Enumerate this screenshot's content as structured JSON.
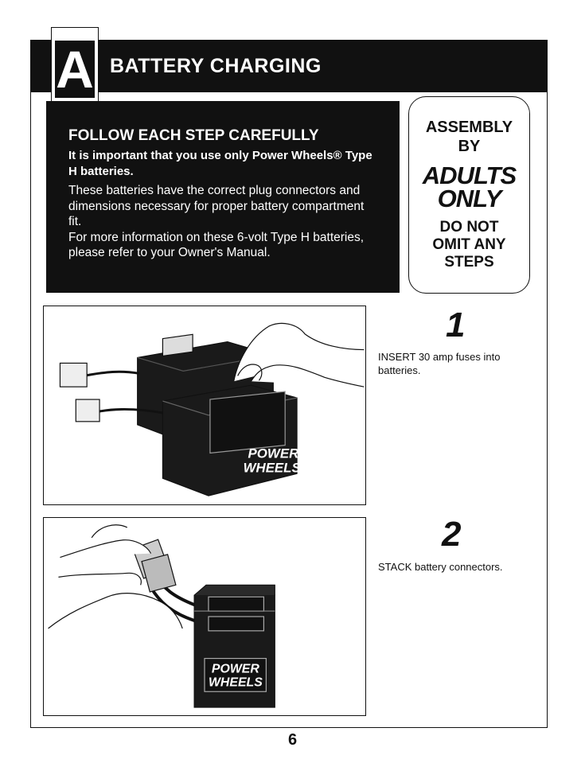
{
  "header": {
    "section_letter": "A",
    "title": "BATTERY CHARGING"
  },
  "info_panel": {
    "heading": "FOLLOW EACH STEP CAREFULLY",
    "bold_text": "It is important that you use only Power Wheels® Type H batteries.",
    "paragraph1": "These batteries have the correct plug connectors and dimensions necessary for proper battery compartment fit.",
    "paragraph2": "For more information on these 6-volt Type H batteries, please refer to your Owner's Manual."
  },
  "notice_box": {
    "line1": "ASSEMBLY",
    "line2": "BY",
    "line3": "ADULTS",
    "line4": "ONLY",
    "line5": "DO NOT",
    "line6": "OMIT ANY",
    "line7": "STEPS"
  },
  "steps": [
    {
      "number": "1",
      "text": "INSERT 30 amp fuses into batteries.",
      "battery_label_1": "POWER",
      "battery_label_2": "WHEELS"
    },
    {
      "number": "2",
      "text": "STACK battery connectors.",
      "battery_label_1": "POWER",
      "battery_label_2": "WHEELS"
    }
  ],
  "page_number": "6",
  "colors": {
    "ink": "#111111",
    "paper": "#ffffff"
  }
}
